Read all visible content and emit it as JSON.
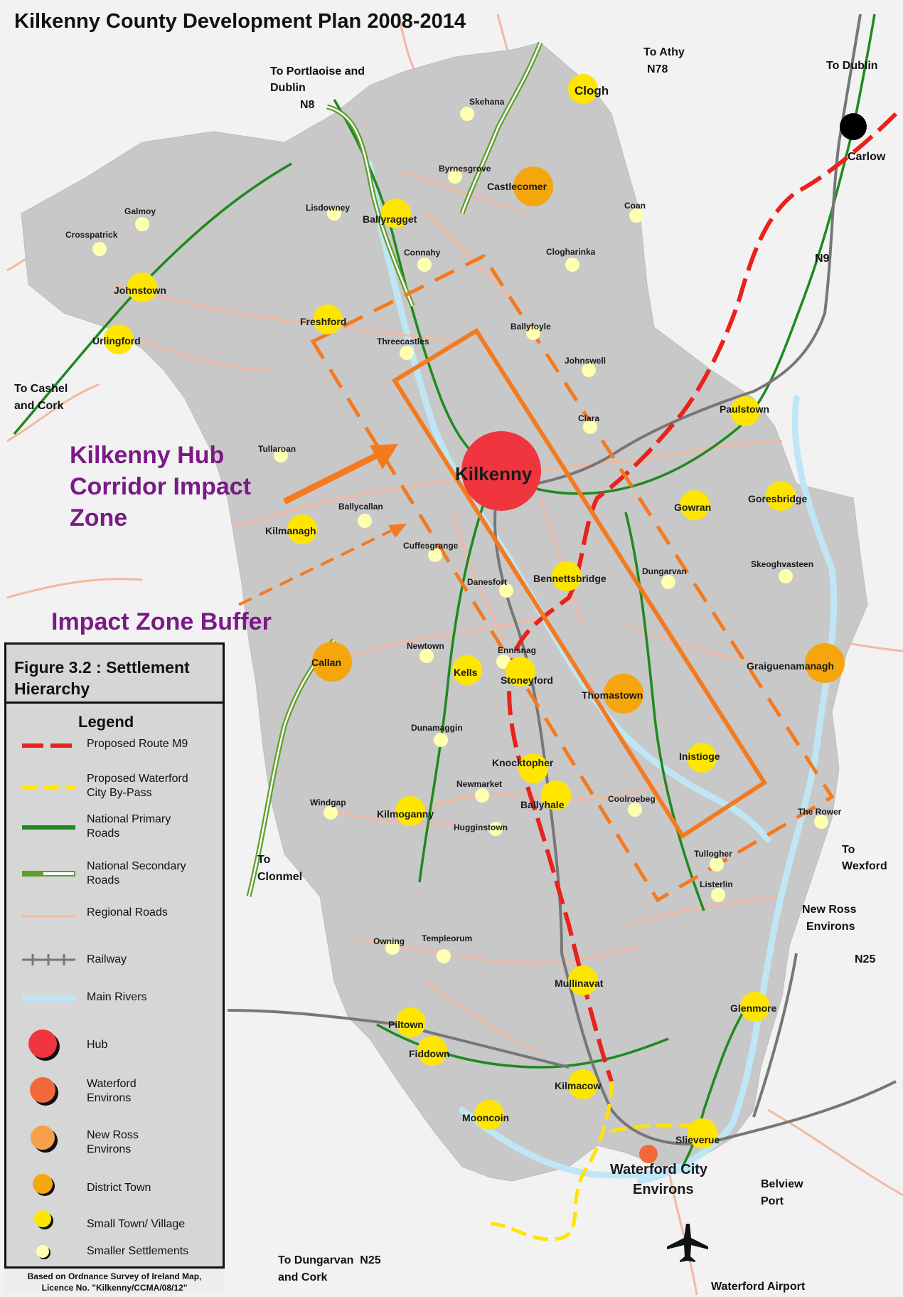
{
  "map_title": "Kilkenny County Development Plan 2008-2014",
  "annotations": {
    "hub_corridor": "Kilkenny Hub Corridor Impact Zone",
    "buffer": "Impact Zone Buffer"
  },
  "destinations": {
    "portlaoise": [
      "To Portlaoise and",
      "Dublin",
      "N8"
    ],
    "athy": [
      "To Athy",
      "N78"
    ],
    "dublin": "To Dublin",
    "carlow": "Carlow",
    "n9": "N9",
    "cashel": [
      "To Cashel",
      "and Cork"
    ],
    "clonmel": [
      "To",
      "Clonmel"
    ],
    "wexford": [
      "To",
      "Wexford"
    ],
    "new_ross": [
      "New Ross",
      "Environs"
    ],
    "n25_east": "N25",
    "belview": [
      "Belview",
      "Port"
    ],
    "dungarvan": [
      "To Dungarvan  N25",
      "and Cork"
    ],
    "airport": "Waterford Airport",
    "waterford": [
      "Waterford City",
      "Environs"
    ]
  },
  "places": {
    "kilkenny": "Kilkenny",
    "castlecomer": "Castlecomer",
    "callan": "Callan",
    "thomastown": "Thomastown",
    "graiguenamanagh": "Graiguenamanagh",
    "clogh": "Clogh",
    "ballyragget": "Ballyragget",
    "johnstown": "Johnstown",
    "urlingford": "Urlingford",
    "freshford": "Freshford",
    "paulstown": "Paulstown",
    "gowran": "Gowran",
    "goresbridge": "Goresbridge",
    "kilmanagh": "Kilmanagh",
    "bennettsbridge": "Bennettsbridge",
    "kells": "Kells",
    "stoneyford": "Stoneyford",
    "knocktopher": "Knocktopher",
    "ballyhale": "Ballyhale",
    "inistioge": "Inistioge",
    "kilmoganny": "Kilmoganny",
    "mullinavat": "Mullinavat",
    "piltown": "Piltown",
    "fiddown": "Fiddown",
    "glenmore": "Glenmore",
    "kilmacow": "Kilmacow",
    "mooncoin": "Mooncoin",
    "slieverue": "Slieverue",
    "skehana": "Skehana",
    "byrnesgrove": "Byrnesgrove",
    "lisdowney": "Lisdowney",
    "galmoy": "Galmoy",
    "crosspatrick": "Crosspatrick",
    "coan": "Coan",
    "connahy": "Connahy",
    "clogharinka": "Clogharinka",
    "ballyfoyle": "Ballyfoyle",
    "threecastles": "Threecastles",
    "johnswell": "Johnswell",
    "clara": "Clara",
    "tullaroan": "Tullaroan",
    "ballycallan": "Ballycallan",
    "cuffesgrange": "Cuffesgrange",
    "danesfort": "Danesfort",
    "dungarvan": "Dungarvan",
    "skeoghvasteen": "Skeoghvasteen",
    "newtown": "Newtown",
    "ennisnag": "Ennisnag",
    "dunamaggin": "Dunamaggin",
    "newmarket": "Newmarket",
    "windgap": "Windgap",
    "hugginstown": "Hugginstown",
    "coolroebeg": "Coolroebeg",
    "the_rower": "The Rower",
    "tullogher": "Tullogher",
    "listerlin": "Listerlin",
    "owning": "Owning",
    "templeorum": "Templeorum"
  },
  "legend": {
    "figure_title": [
      "Figure 3.2 : Settlement",
      "Hierarchy"
    ],
    "heading": "Legend",
    "items": [
      {
        "label": [
          "Proposed Route M9"
        ],
        "color": "#e8221c"
      },
      {
        "label": [
          "Proposed Waterford",
          "City By-Pass"
        ],
        "color": "#ffe400"
      },
      {
        "label": [
          "National Primary",
          "Roads"
        ],
        "color": "#1e8a1e"
      },
      {
        "label": [
          "National Secondary",
          "Roads"
        ],
        "color": "#5f9e2c"
      },
      {
        "label": [
          "Regional Roads"
        ],
        "color": "#f2b9a0"
      },
      {
        "label": [
          "Railway"
        ],
        "color": "#777777"
      },
      {
        "label": [
          "Main Rivers"
        ],
        "color": "#bfe6f5"
      },
      {
        "label": [
          "Hub"
        ],
        "color": "#f0353e"
      },
      {
        "label": [
          "Waterford",
          "Environs"
        ],
        "color": "#f2683a"
      },
      {
        "label": [
          "New Ross",
          "Environs"
        ],
        "color": "#f6a04a"
      },
      {
        "label": [
          "District Town"
        ],
        "color": "#f5a60c"
      },
      {
        "label": [
          "Small Town/ Village"
        ],
        "color": "#ffe600"
      },
      {
        "label": [
          "Smaller Settlements"
        ],
        "color": "#ffffb0"
      }
    ],
    "credit": [
      "Based on Ordnance Survey of Ireland Map,",
      "Licence No. \"Kilkenny/CCMA/08/12\""
    ]
  },
  "colors": {
    "county": "#c8c8c8",
    "impact_zone": "#f47a20",
    "annotation_text": "#7a1a86",
    "river": "#bfe6f5"
  }
}
